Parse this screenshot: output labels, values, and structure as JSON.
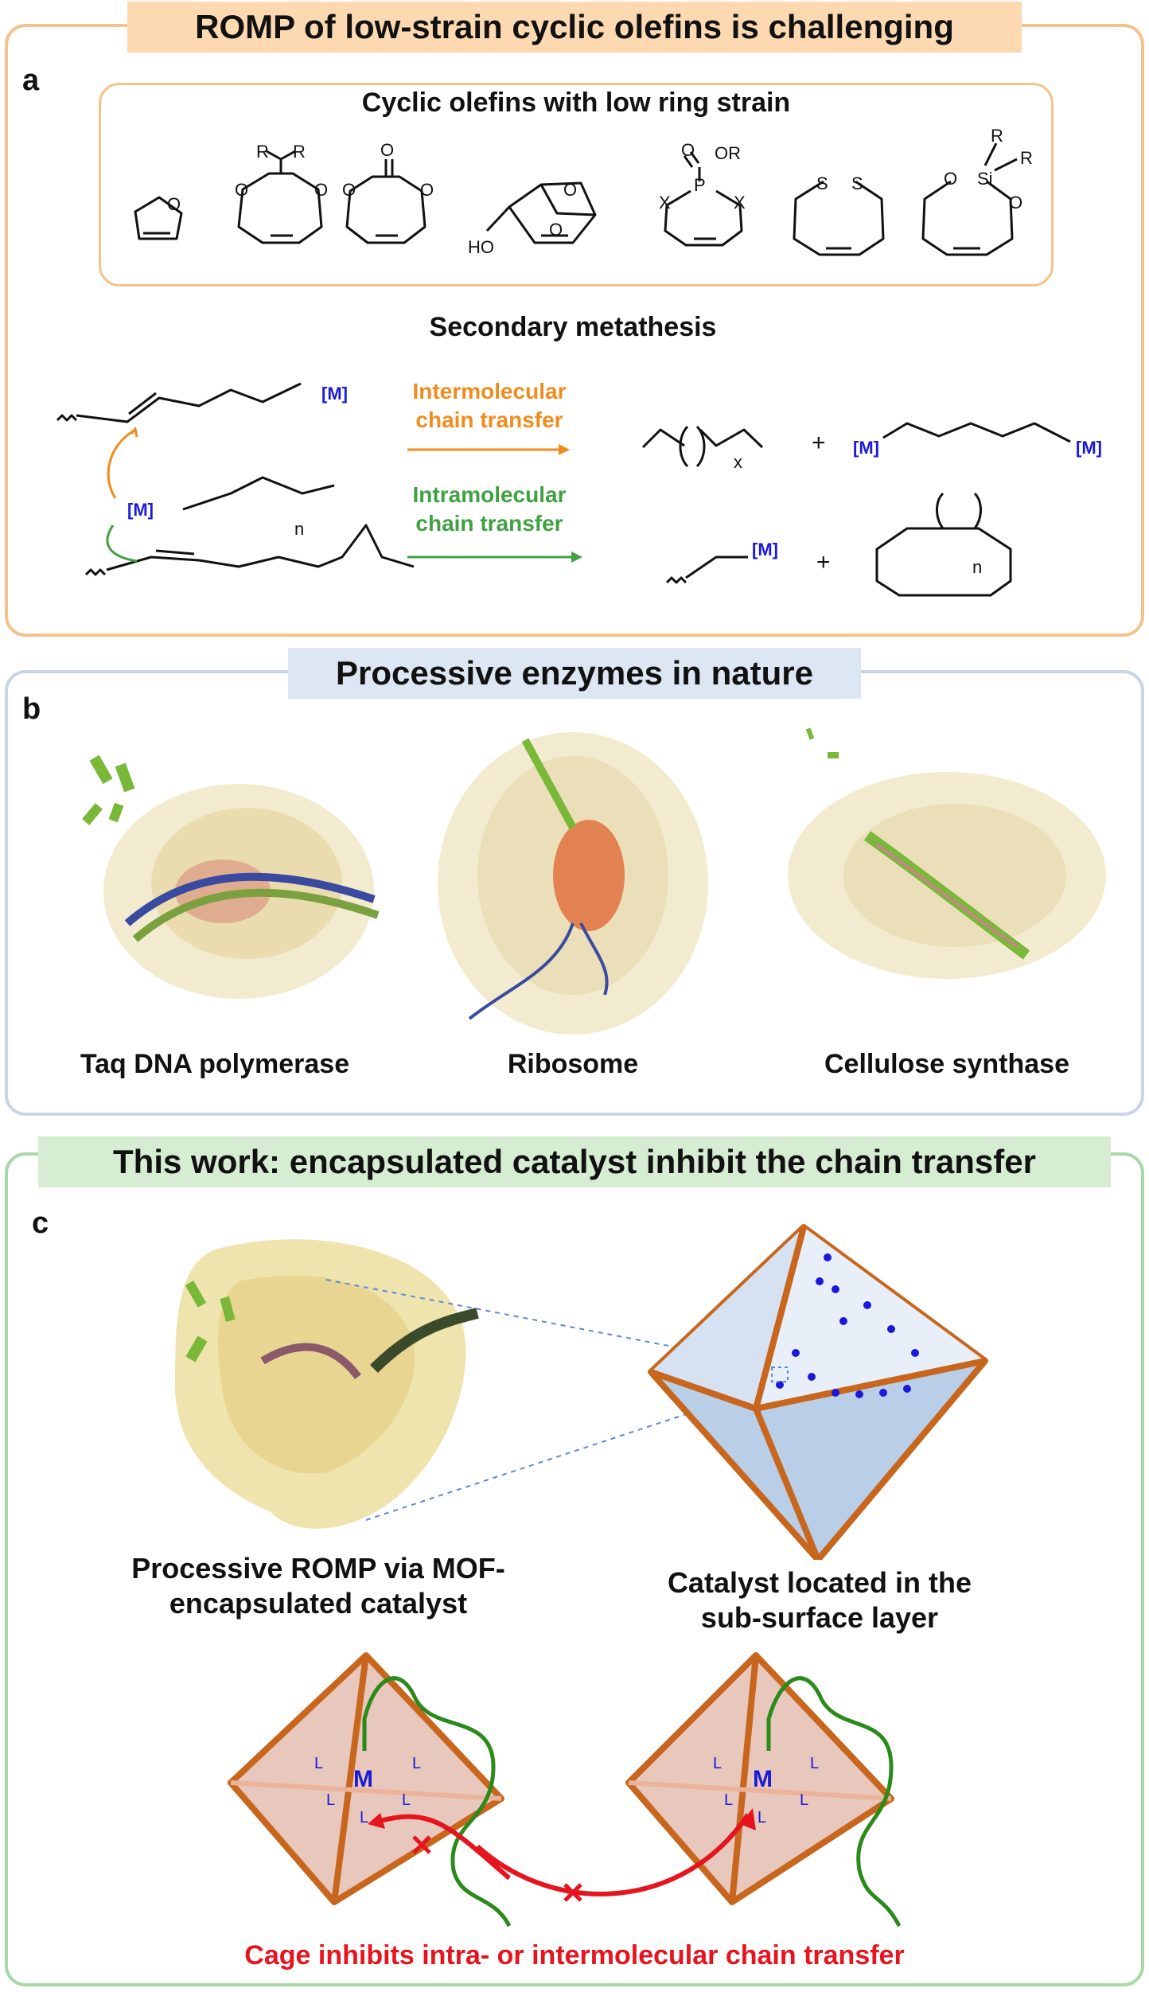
{
  "panel_a": {
    "banner": "ROMP of low-strain cyclic olefins is challenging",
    "letter": "a",
    "box_title": "Cyclic olefins with low ring strain",
    "secondary_title": "Secondary metathesis",
    "inter_label_1": "Intermolecular",
    "inter_label_2": "chain transfer",
    "intra_label_1": "Intramolecular",
    "intra_label_2": "chain transfer",
    "metal": "[M]",
    "sub_n": "n",
    "sub_x": "x",
    "r": "R",
    "o": "O",
    "or": "OR",
    "x": "X",
    "p": "P",
    "s": "S",
    "si": "Si",
    "ho": "HO",
    "plus": "+",
    "colors": {
      "orange": "#f08c1e",
      "green": "#3fa142",
      "blue": "#1a1ad8"
    }
  },
  "panel_b": {
    "banner": "Processive enzymes in nature",
    "letter": "b",
    "labels": [
      "Taq DNA polymerase",
      "Ribosome",
      "Cellulose synthase"
    ]
  },
  "panel_c": {
    "banner": "This work: encapsulated catalyst inhibit the chain transfer",
    "letter": "c",
    "left_caption_1": "Processive ROMP via MOF-",
    "left_caption_2": "encapsulated catalyst",
    "right_caption_1": "Catalyst located in the",
    "right_caption_2": "sub-surface layer",
    "bottom_caption": "Cage inhibits intra- or intermolecular chain transfer",
    "metal": "M",
    "ligand": "L",
    "colors": {
      "cage": "#c8661e",
      "red": "#e5141e",
      "chain": "#2a8a1a"
    }
  }
}
